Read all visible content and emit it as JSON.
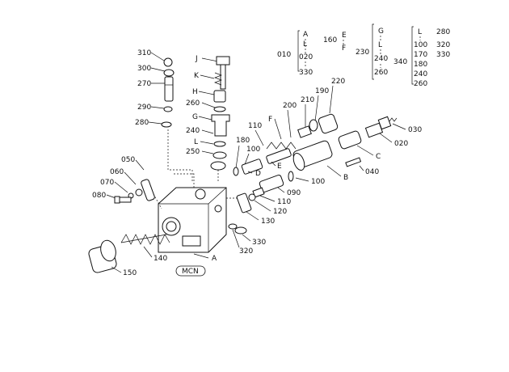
{
  "labels": {
    "p010": "010",
    "p020": "020",
    "p030": "030",
    "p040": "040",
    "p050": "050",
    "p060": "060",
    "p070": "070",
    "p080": "080",
    "p090": "090",
    "p100a": "100",
    "p100b": "100",
    "p110a": "110",
    "p110b": "110",
    "p120": "120",
    "p130": "130",
    "p140": "140",
    "p150": "150",
    "p160": "160",
    "p180": "180",
    "p190": "190",
    "p200": "200",
    "p210": "210",
    "p220": "220",
    "p230": "230",
    "p240": "240",
    "p250": "250",
    "p260": "260",
    "p270": "270",
    "p280": "280",
    "p290": "290",
    "p300": "300",
    "p310": "310",
    "p320": "320",
    "p330": "330",
    "p340": "340",
    "A": "A",
    "B": "B",
    "C": "C",
    "D": "D",
    "E": "E",
    "F": "F",
    "G": "G",
    "H": "H",
    "J": "J",
    "K": "K",
    "L": "L"
  },
  "keys": {
    "k010": [
      "A",
      "L",
      "020",
      "330"
    ],
    "k160": [
      "E",
      "F"
    ],
    "k230": [
      "G",
      "L",
      "240",
      "260"
    ],
    "k340": [
      "L",
      "100",
      "170",
      "180",
      "240",
      "260"
    ],
    "k340_right": [
      "280",
      "320",
      "330"
    ]
  },
  "stamp": "MCN"
}
